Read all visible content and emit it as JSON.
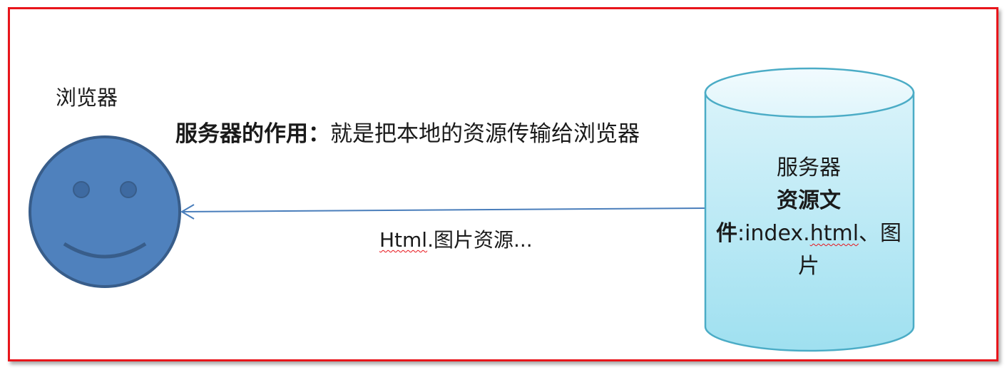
{
  "browser": {
    "label": "浏览器"
  },
  "purpose": {
    "title": "服务器的作用：",
    "description": "就是把本地的资源传输给浏览器"
  },
  "transfer": {
    "label_prefix": "Html",
    "label_rest": ".图片资源..."
  },
  "server": {
    "title": "服务器",
    "resources_label": "资源文件",
    "resources_colon": ":",
    "resources_html": "html",
    "resources_index": "index.",
    "resources_rest": "、图片"
  },
  "colors": {
    "frame": "#e8151b",
    "face_fill": "#4f81bd",
    "face_stroke": "#385d8a",
    "cylinder_stroke": "#4bacc6",
    "cylinder_fill": "#bfeaf5",
    "arrow": "#4a7ebb"
  },
  "icons": {
    "browser": "smiley-face-icon",
    "server": "database-cylinder-icon"
  }
}
